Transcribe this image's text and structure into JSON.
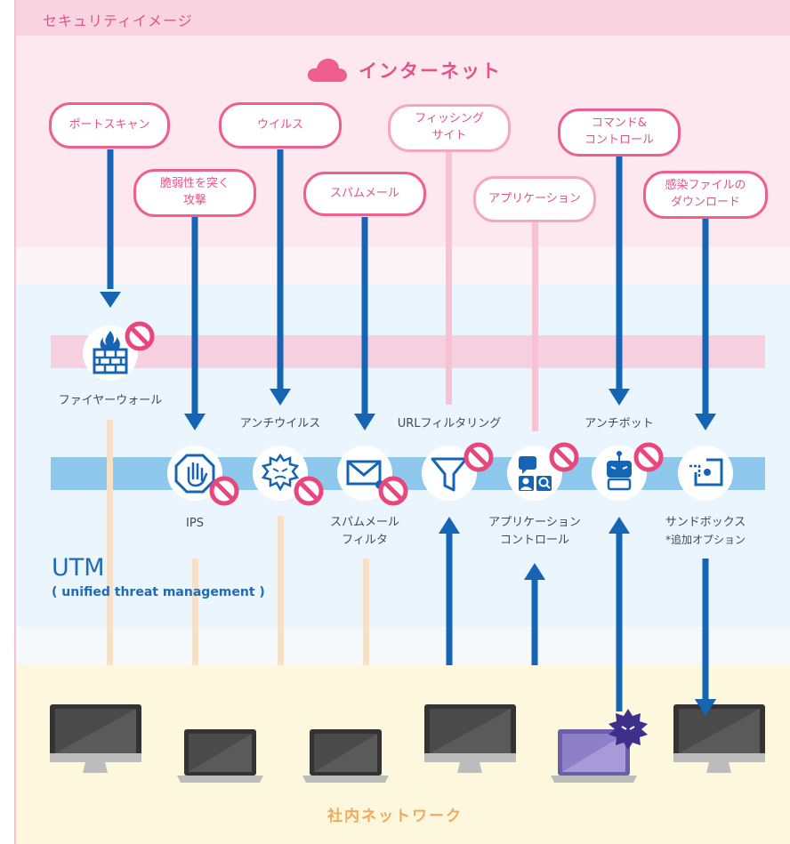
{
  "title": "セキュリティイメージ",
  "internet": {
    "label": "インターネット"
  },
  "threats": {
    "port_scan": "ポートスキャン",
    "vuln_attack": "脆弱性を突く\n攻撃",
    "virus": "ウイルス",
    "spam": "スパムメール",
    "phishing": "フィッシング\nサイト",
    "application": "アプリケーション",
    "c2": "コマンド&\nコントロール",
    "infected_download": "感染ファイルの\nダウンロード"
  },
  "functions": {
    "firewall": "ファイヤーウォール",
    "antivirus": "アンチウイルス",
    "url_filter": "URLフィルタリング",
    "antibot": "アンチボット",
    "ips": "IPS",
    "spam_filter": "スパムメール\nフィルタ",
    "app_control": "アプリケーション\nコントロール",
    "sandbox": "サンドボックス",
    "sandbox_note": "*追加オプション"
  },
  "utm": {
    "title": "UTM",
    "subtitle": "( unified threat management )"
  },
  "lan": {
    "label": "社内ネットワーク"
  },
  "colors": {
    "pink": "#ee5f8e",
    "blue": "#1565b4",
    "blue_band": "#8ec8ec",
    "pink_band": "#f6d0df",
    "lan_label": "#f0a95c"
  }
}
